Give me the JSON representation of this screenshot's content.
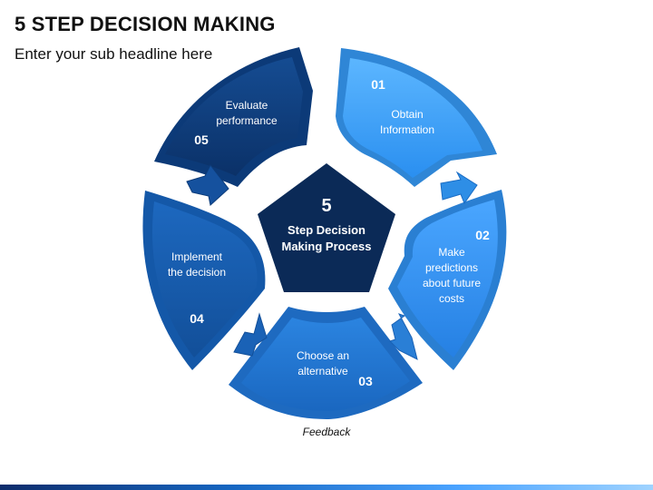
{
  "header": {
    "title": "5 STEP DECISION MAKING",
    "subtitle": "Enter your sub headline here"
  },
  "center": {
    "number": "5",
    "line1": "Step Decision",
    "line2": "Making Process"
  },
  "steps": [
    {
      "num": "01",
      "lines": [
        "Obtain",
        "Information"
      ]
    },
    {
      "num": "02",
      "lines": [
        "Make",
        "predictions",
        "about future",
        "costs"
      ]
    },
    {
      "num": "03",
      "lines": [
        "Choose an",
        "alternative"
      ]
    },
    {
      "num": "04",
      "lines": [
        "Implement",
        "the decision"
      ]
    },
    {
      "num": "05",
      "lines": [
        "Evaluate",
        "performance"
      ]
    }
  ],
  "feedback_label": "Feedback",
  "colors": {
    "step1": "#3aa0f0",
    "step2": "#2f8ce8",
    "step3": "#1f6fc9",
    "step4": "#155aa8",
    "step5": "#0e3f7f",
    "center": "#0b2a57"
  }
}
